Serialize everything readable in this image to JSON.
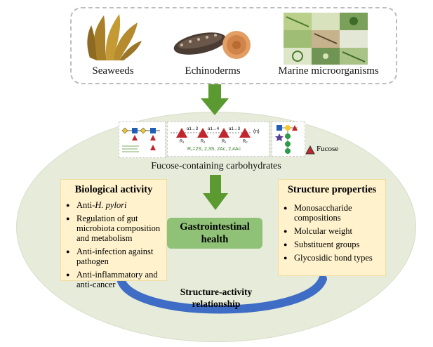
{
  "sources": {
    "items": [
      {
        "label": "Seaweeds",
        "icon": "seaweed-image"
      },
      {
        "label": "Echinoderms",
        "icon": "sea-cucumber-image"
      },
      {
        "label": "Marine microorganisms",
        "icon": "microorganism-collage-image"
      }
    ]
  },
  "structures": {
    "caption": "Fucose-containing carbohydrates",
    "legend_label": "Fucose",
    "middle_formula": "R₁=2S, 2,3S, 2Ac, 2,4Ac",
    "middle_repeat": "(n)",
    "middle_linkages": [
      "α1→3",
      "α1→4",
      "α1→3"
    ],
    "middle_substituents": [
      "R₁",
      "R₁",
      "R₁",
      "R₂"
    ],
    "colors": {
      "fucose": "#c0262b",
      "green_arrow": "#5b9a31",
      "relationship_arc": "#3f6dc6"
    }
  },
  "bio": {
    "title": "Biological activity",
    "items": [
      {
        "prefix": "Anti-",
        "italic": "H. pylori"
      },
      {
        "text": "Regulation of gut microbiota composition and metabolism"
      },
      {
        "text": "Anti-infection against pathogen"
      },
      {
        "text": "Anti-inflammatory and anti-cancer"
      }
    ]
  },
  "center": {
    "line1": "Gastrointestinal",
    "line2": "health"
  },
  "structprops": {
    "title": "Structure properties",
    "items": [
      "Monosaccharide compositions",
      "Molcular weight",
      "Substituent groups",
      "Glycosidic bond types"
    ]
  },
  "relationship": {
    "line1": "Structure-activity",
    "line2": "relationship"
  }
}
